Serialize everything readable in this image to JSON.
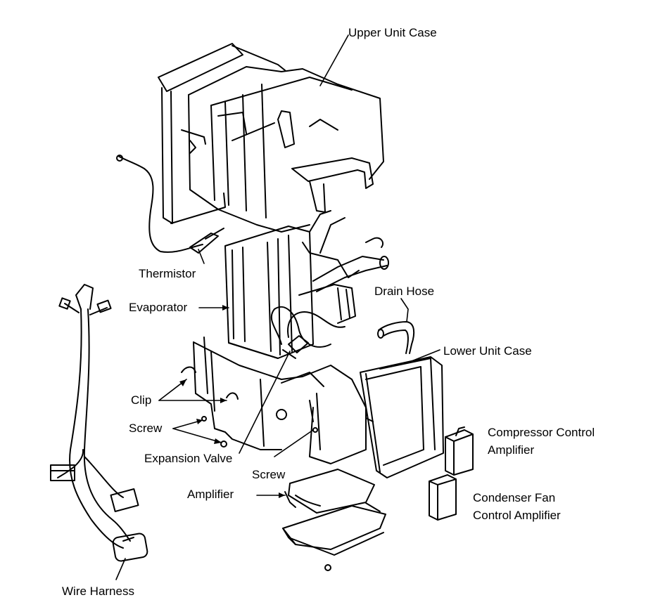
{
  "labels": {
    "upper_unit_case": "Upper Unit Case",
    "thermistor": "Thermistor",
    "evaporator": "Evaporator",
    "drain_hose": "Drain Hose",
    "lower_unit_case": "Lower Unit Case",
    "clip": "Clip",
    "screw_left": "Screw",
    "expansion_valve": "Expansion Valve",
    "screw_center": "Screw",
    "amplifier": "Amplifier",
    "compressor_line1": "Compressor Control",
    "compressor_line2": "Amplifier",
    "condenser_line1": "Condenser Fan",
    "condenser_line2": "Control Amplifier",
    "wire_harness": "Wire Harness"
  },
  "colors": {
    "ink": "#000000",
    "paper": "#ffffff"
  }
}
